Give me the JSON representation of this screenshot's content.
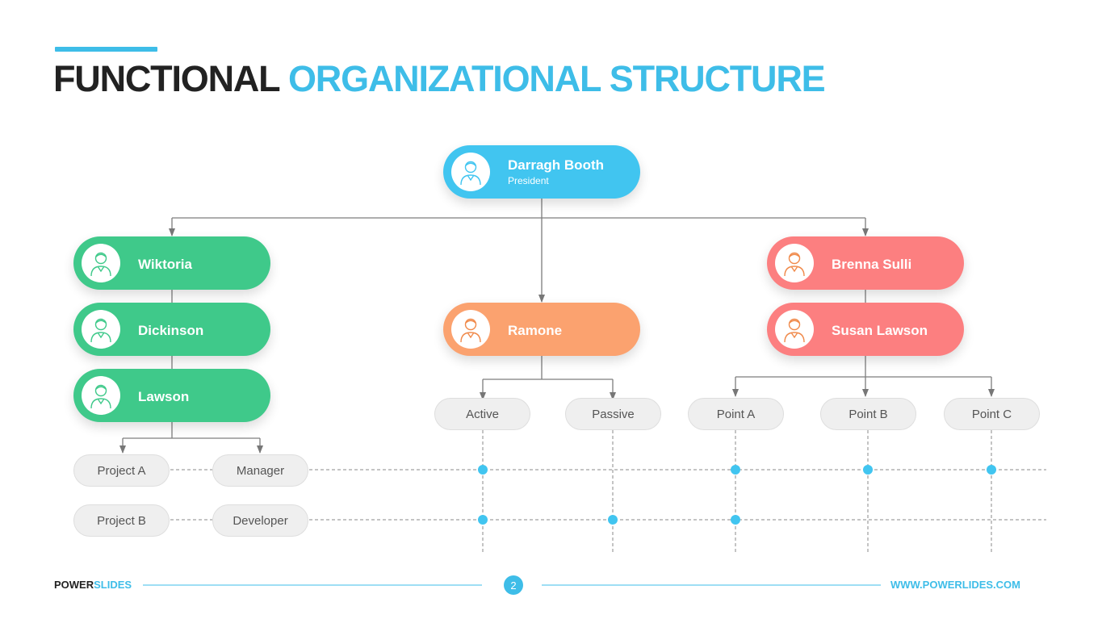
{
  "title": {
    "part1": "FUNCTIONAL",
    "part2": "ORGANIZATIONAL STRUCTURE"
  },
  "colors": {
    "blue": "#41c5f0",
    "green": "#3fc98a",
    "orange": "#fba26f",
    "red": "#fc7f80",
    "accent": "#3ebde8"
  },
  "president": {
    "name": "Darragh Booth",
    "role": "President"
  },
  "left_branch": [
    "Wiktoria",
    "Dickinson",
    "Lawson"
  ],
  "center_branch": "Ramone",
  "right_branch": [
    "Brenna Sulli",
    "Susan Lawson"
  ],
  "pills": {
    "project_a": "Project A",
    "manager": "Manager",
    "project_b": "Project B",
    "developer": "Developer",
    "active": "Active",
    "passive": "Passive",
    "point_a": "Point A",
    "point_b": "Point B",
    "point_c": "Point C"
  },
  "footer": {
    "brand_part1": "POWER",
    "brand_part2": "SLIDES",
    "page": "2",
    "url": "WWW.POWERLIDES.COM"
  }
}
